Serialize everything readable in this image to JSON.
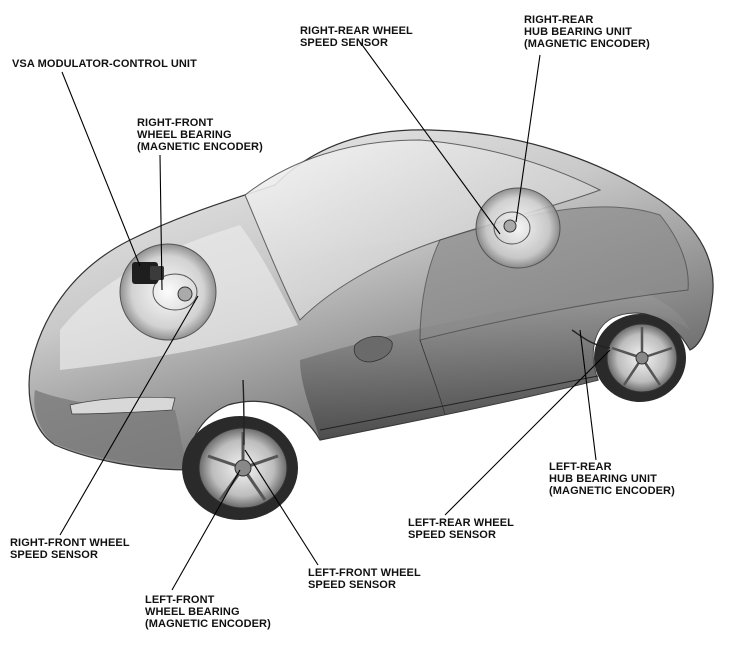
{
  "labels": {
    "vsa": [
      "VSA MODULATOR-CONTROL UNIT"
    ],
    "rf_bearing": [
      "RIGHT-FRONT",
      "WHEEL BEARING",
      "(MAGNETIC ENCODER)"
    ],
    "rr_sensor": [
      "RIGHT-REAR WHEEL",
      "SPEED SENSOR"
    ],
    "rr_hub": [
      "RIGHT-REAR",
      "HUB BEARING UNIT",
      "(MAGNETIC ENCODER)"
    ],
    "lr_hub": [
      "LEFT-REAR",
      "HUB BEARING UNIT",
      "(MAGNETIC ENCODER)"
    ],
    "lr_sensor": [
      "LEFT-REAR WHEEL",
      "SPEED SENSOR"
    ],
    "rf_sensor": [
      "RIGHT-FRONT WHEEL",
      "SPEED SENSOR"
    ],
    "lf_sensor": [
      "LEFT-FRONT WHEEL",
      "SPEED SENSOR"
    ],
    "lf_bearing": [
      "LEFT-FRONT",
      "WHEEL BEARING",
      "(MAGNETIC ENCODER)"
    ]
  },
  "colors": {
    "ink": "#111111",
    "body_light": "#e6e6e6",
    "body_dark": "#6f6f6f",
    "tire": "#2a2a2a"
  }
}
